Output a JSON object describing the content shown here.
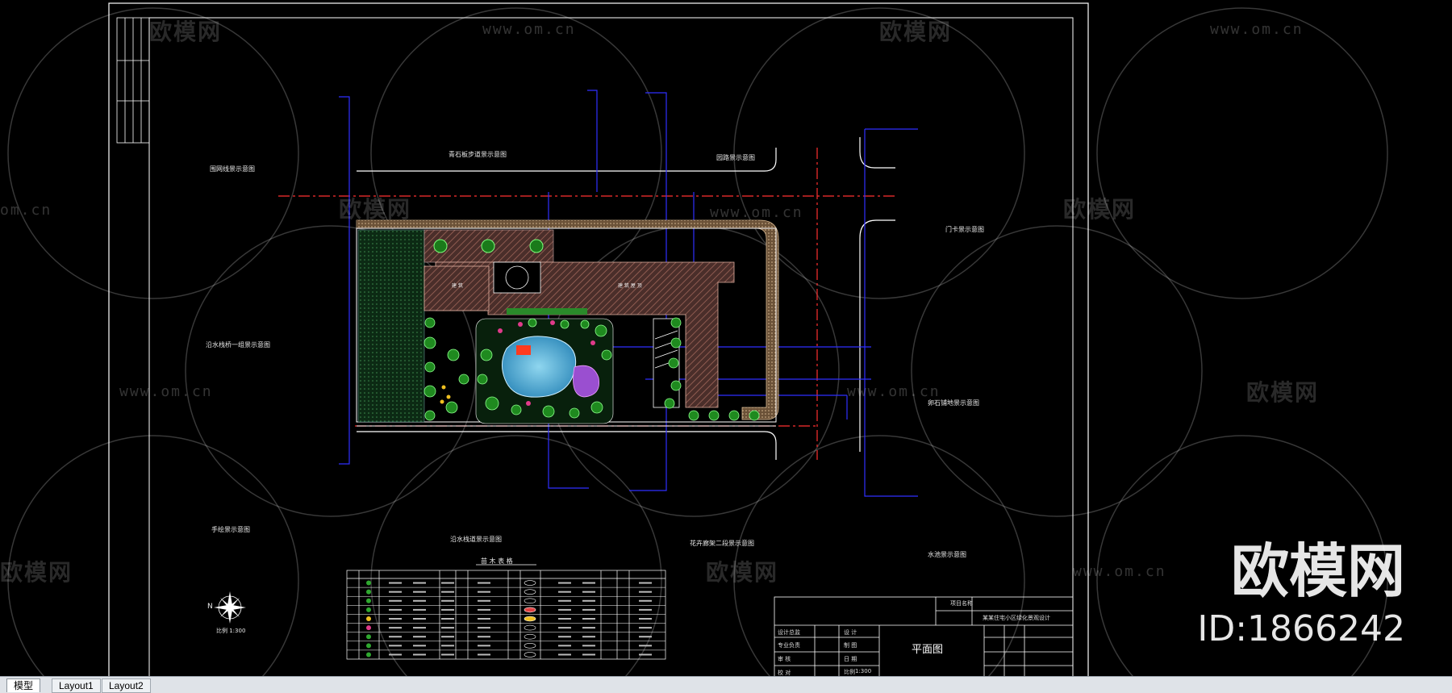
{
  "watermark": {
    "brand": "欧模网",
    "url": "www.om.cn",
    "url_short": "om.cn",
    "id": "ID:1866242"
  },
  "drawing": {
    "labels": {
      "l1": "围网线景示意图",
      "l2": "青石板步道景示意图",
      "l3": "园路景示意图",
      "l4": "沿水栈桥一组景示意图",
      "l5": "门卡景示意图",
      "l6": "卵石铺地景示意图",
      "l7": "手绘景示意图",
      "l8": "沿水栈道景示意图",
      "l9": "花卉廊架二段景示意图",
      "l10": "水池景示意图",
      "building1": "建 筑",
      "building2": "建 筑 屋 顶",
      "scale": "比例 1:300",
      "north": "N"
    },
    "legend_title": "苗 木 表 格",
    "legend_rows": 9
  },
  "title_block": {
    "project_label": "项目名称",
    "project_name": "某某住宅小区绿化景观设计",
    "drawing_title": "平面图",
    "scale_label": "比例",
    "scale_value": "1:300",
    "rows": [
      "设计总监",
      "专业负责",
      "审 核",
      "校 对",
      "设 计",
      "制 图",
      "日 期"
    ]
  },
  "tabs": [
    {
      "label": "模型",
      "active": true
    },
    {
      "label": "Layout1",
      "active": false
    },
    {
      "label": "Layout2",
      "active": false
    }
  ],
  "colors": {
    "background": "#000000",
    "paving": "#8a5a4e",
    "border": "#c9a98a",
    "plants": "#2fa82f",
    "pool": "#3aa6d0",
    "leader": "#3333ff",
    "axis": "#ff3030"
  }
}
